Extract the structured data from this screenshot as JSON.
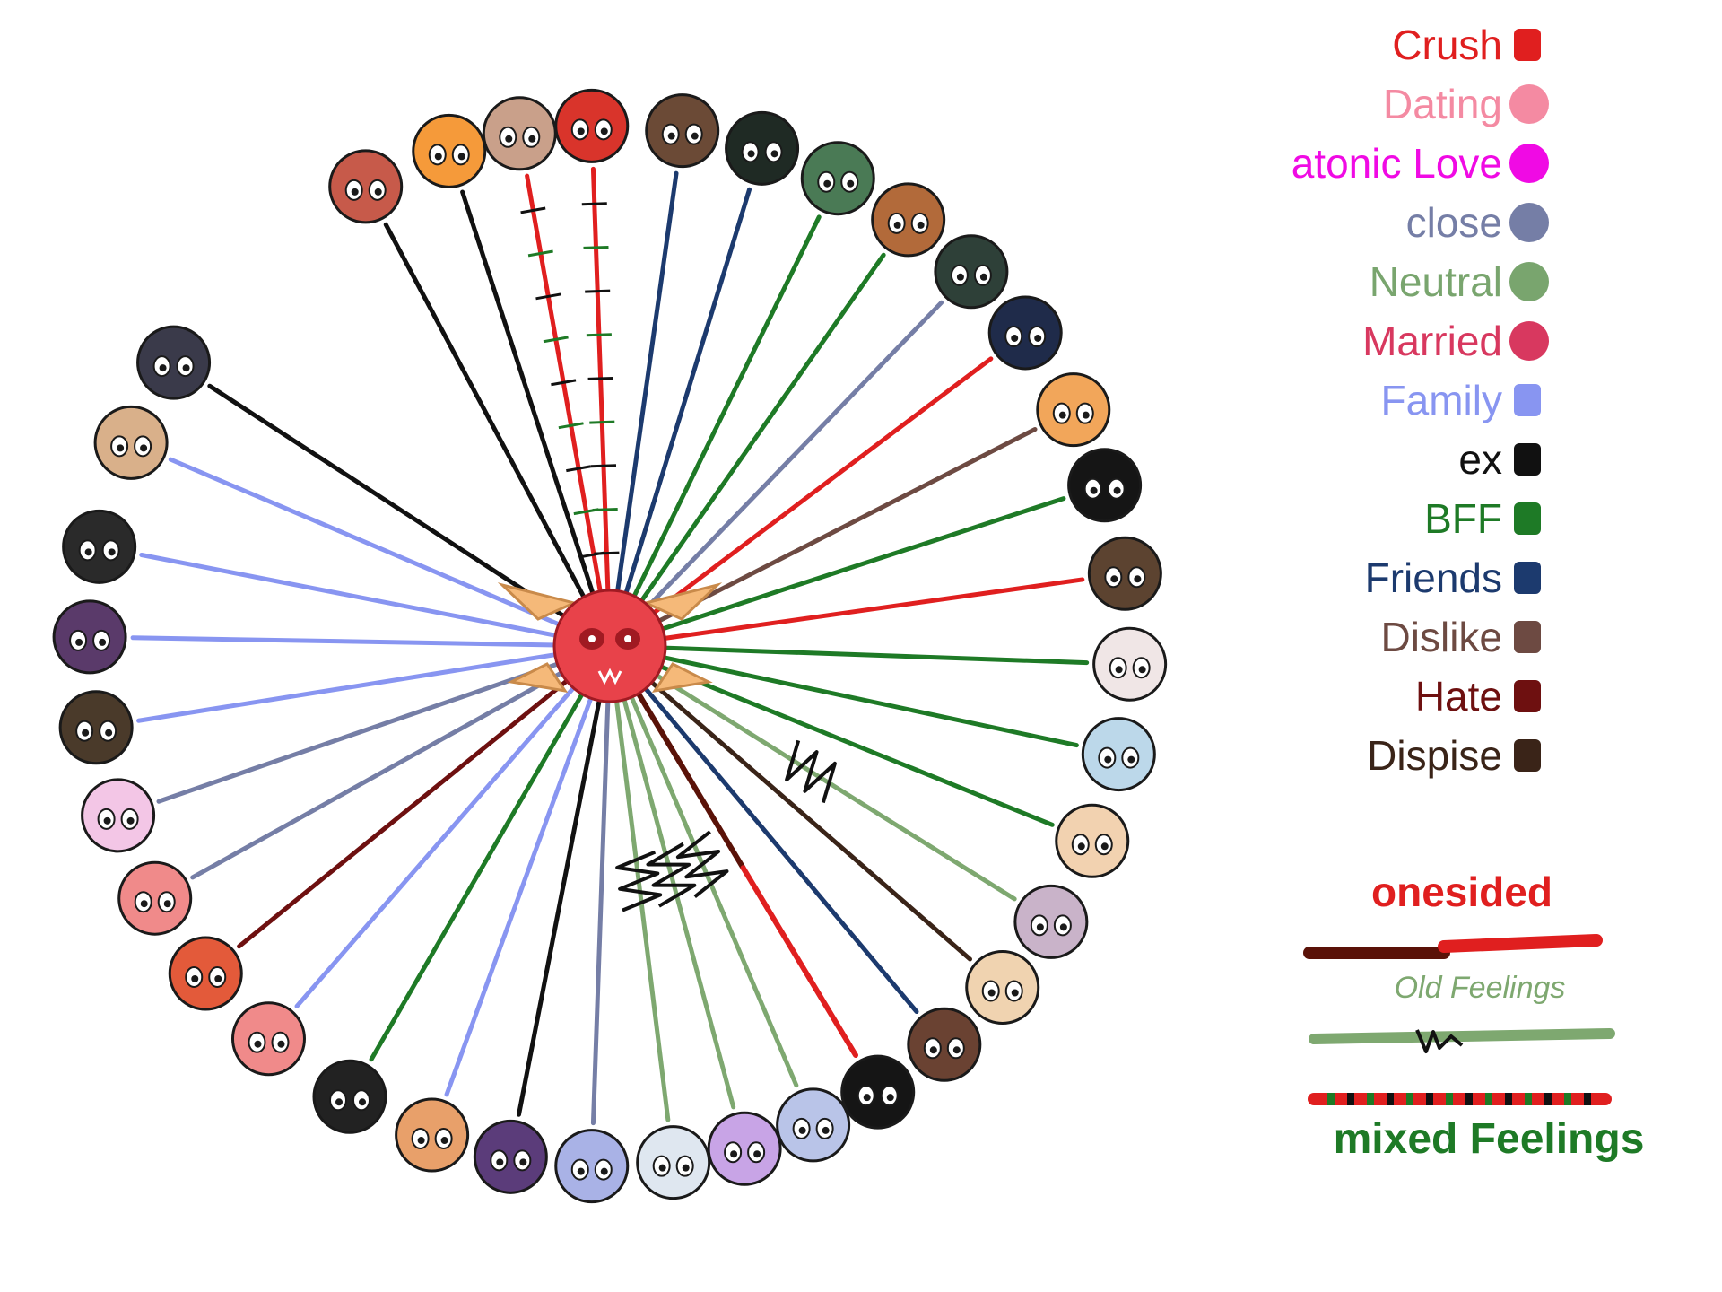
{
  "center": {
    "icon": "red-cat-head-icon",
    "face_color": "#e8424a",
    "ear_color": "#f5b979"
  },
  "characters": [
    {
      "id": "c01",
      "icon": "white-cap-head-icon",
      "color": "#c75a4a",
      "relation": "ex",
      "angle": -118
    },
    {
      "id": "c02",
      "icon": "fishbowl-head-icon",
      "color": "#f59a3a",
      "relation": "ex",
      "angle": -108
    },
    {
      "id": "c03",
      "icon": "bun-head-icon",
      "color": "#c9a08a",
      "relation": "mixed",
      "angle": -100
    },
    {
      "id": "c04",
      "icon": "red-ball-head-icon",
      "color": "#d9342b",
      "relation": "mixed",
      "angle": -92
    },
    {
      "id": "c05",
      "icon": "plant-pot-head-icon",
      "color": "#6b4a36",
      "relation": "friends",
      "angle": -82
    },
    {
      "id": "c06",
      "icon": "dark-cat-head-icon",
      "color": "#1f2a24",
      "relation": "friends",
      "angle": -73
    },
    {
      "id": "c07",
      "icon": "green-hat-head-icon",
      "color": "#4a7a55",
      "relation": "bff",
      "angle": -64
    },
    {
      "id": "c08",
      "icon": "goggles-head-icon",
      "color": "#b26a3a",
      "relation": "bff",
      "angle": -55
    },
    {
      "id": "c09",
      "icon": "tv-head-icon",
      "color": "#2e4038",
      "relation": "close",
      "angle": -46
    },
    {
      "id": "c10",
      "icon": "navy-hooded-head-icon",
      "color": "#1f2b4a",
      "relation": "crush",
      "angle": -37
    },
    {
      "id": "c11",
      "icon": "flower-head-icon",
      "color": "#f2a65a",
      "relation": "dislike",
      "angle": -27
    },
    {
      "id": "c12",
      "icon": "black-cat-head-icon",
      "color": "#151515",
      "relation": "bff",
      "angle": -18
    },
    {
      "id": "c13",
      "icon": "brown-horned-head-icon",
      "color": "#5c4330",
      "relation": "crush",
      "angle": -8
    },
    {
      "id": "c14",
      "icon": "white-hair-head-icon",
      "color": "#f0e6e6",
      "relation": "bff",
      "angle": 2
    },
    {
      "id": "c15",
      "icon": "pastel-blob-head-icon",
      "color": "#bcd8ea",
      "relation": "bff",
      "angle": 12
    },
    {
      "id": "c16",
      "icon": "egg-head-icon",
      "color": "#f2d2b0",
      "relation": "bff",
      "angle": 22
    },
    {
      "id": "c17",
      "icon": "visor-head-icon",
      "color": "#c9b3c9",
      "relation": "old",
      "angle": 32
    },
    {
      "id": "c18",
      "icon": "clown-head-icon",
      "color": "#f0d3b0",
      "relation": "despise",
      "angle": 41
    },
    {
      "id": "c19",
      "icon": "brown-round-head-icon",
      "color": "#6a4232",
      "relation": "friends",
      "angle": 50
    },
    {
      "id": "c20",
      "icon": "black-shadow-head-icon",
      "color": "#151515",
      "relation": "onesided",
      "angle": 59
    },
    {
      "id": "c21",
      "icon": "pointy-ears-head-icon",
      "color": "#b9c4e8",
      "relation": "old",
      "angle": 67
    },
    {
      "id": "c22",
      "icon": "candy-head-icon",
      "color": "#c8a4e6",
      "relation": "old",
      "angle": 75
    },
    {
      "id": "c23",
      "icon": "white-fluffy-head-icon",
      "color": "#dfe7f0",
      "relation": "old",
      "angle": 83
    },
    {
      "id": "c24",
      "icon": "blue-bow-head-icon",
      "color": "#a9b2e6",
      "relation": "close",
      "angle": 92
    },
    {
      "id": "c25",
      "icon": "purple-box-head-icon",
      "color": "#5b3c7a",
      "relation": "ex",
      "angle": 101
    },
    {
      "id": "c26",
      "icon": "fox-ears-head-icon",
      "color": "#e8a06a",
      "relation": "family",
      "angle": 110
    },
    {
      "id": "c27",
      "icon": "black-white-cat-head-icon",
      "color": "#222222",
      "relation": "bff",
      "angle": 120
    },
    {
      "id": "c28",
      "icon": "pink-cat-head-icon",
      "color": "#f08a8a",
      "relation": "family",
      "angle": 131
    },
    {
      "id": "c29",
      "icon": "orange-fish-head-icon",
      "color": "#e35a3a",
      "relation": "hate",
      "angle": 141
    },
    {
      "id": "c30",
      "icon": "jar-head-icon",
      "color": "#f08a8a",
      "relation": "close",
      "angle": 151
    },
    {
      "id": "c31",
      "icon": "heart-head-icon",
      "color": "#f3c6e6",
      "relation": "close",
      "angle": 161
    },
    {
      "id": "c32",
      "icon": "long-hair-head-icon",
      "color": "#4a3a2a",
      "relation": "family",
      "angle": 171
    },
    {
      "id": "c33",
      "icon": "magnifier-head-icon",
      "color": "#5a3a6a",
      "relation": "family",
      "angle": 181
    },
    {
      "id": "c34",
      "icon": "witch-hat-head-icon",
      "color": "#2a2a2a",
      "relation": "family",
      "angle": 191
    },
    {
      "id": "c35",
      "icon": "pink-goggles-head-icon",
      "color": "#d9b08a",
      "relation": "family",
      "angle": 203
    },
    {
      "id": "c36",
      "icon": "gray-haired-head-icon",
      "color": "#3a3a4a",
      "relation": "ex",
      "angle": 213
    }
  ],
  "legend": {
    "items": [
      {
        "key": "crush",
        "label": "Crush",
        "color": "#e01f1f",
        "swatch": "square"
      },
      {
        "key": "dating",
        "label": "Dating",
        "color": "#f48aa2",
        "swatch": "circle"
      },
      {
        "key": "platonic",
        "label": "Platonic Love",
        "color": "#f00ae4",
        "swatch": "circle"
      },
      {
        "key": "close",
        "label": "close",
        "color": "#757ea6",
        "swatch": "circle"
      },
      {
        "key": "neutral",
        "label": "Neutral",
        "color": "#79a56e",
        "swatch": "circle"
      },
      {
        "key": "married",
        "label": "Married",
        "color": "#d8385f",
        "swatch": "circle"
      },
      {
        "key": "family",
        "label": "Family",
        "color": "#8895f1",
        "swatch": "square"
      },
      {
        "key": "ex",
        "label": "ex",
        "color": "#111111",
        "swatch": "square"
      },
      {
        "key": "bff",
        "label": "BFF",
        "color": "#1e7a26",
        "swatch": "square"
      },
      {
        "key": "friends",
        "label": "Friends",
        "color": "#1c3a6e",
        "swatch": "square"
      },
      {
        "key": "dislike",
        "label": "Dislike",
        "color": "#6d4a42",
        "swatch": "square"
      },
      {
        "key": "hate",
        "label": "Hate",
        "color": "#6e1010",
        "swatch": "square"
      },
      {
        "key": "despise",
        "label": "Dispise",
        "color": "#3a2418",
        "swatch": "square"
      }
    ],
    "onesided": {
      "label": "onesided",
      "color": "#e01f1f",
      "dark": "#5a1208"
    },
    "old_feelings": {
      "label": "Old Feelings",
      "color": "#7ea870",
      "zigzag": "#111111"
    },
    "mixed": {
      "label": "mixed Feelings",
      "color": "#1e7a26",
      "bar_red": "#e01f1f",
      "bar_green": "#1e7a26",
      "bar_dark": "#111111"
    }
  }
}
